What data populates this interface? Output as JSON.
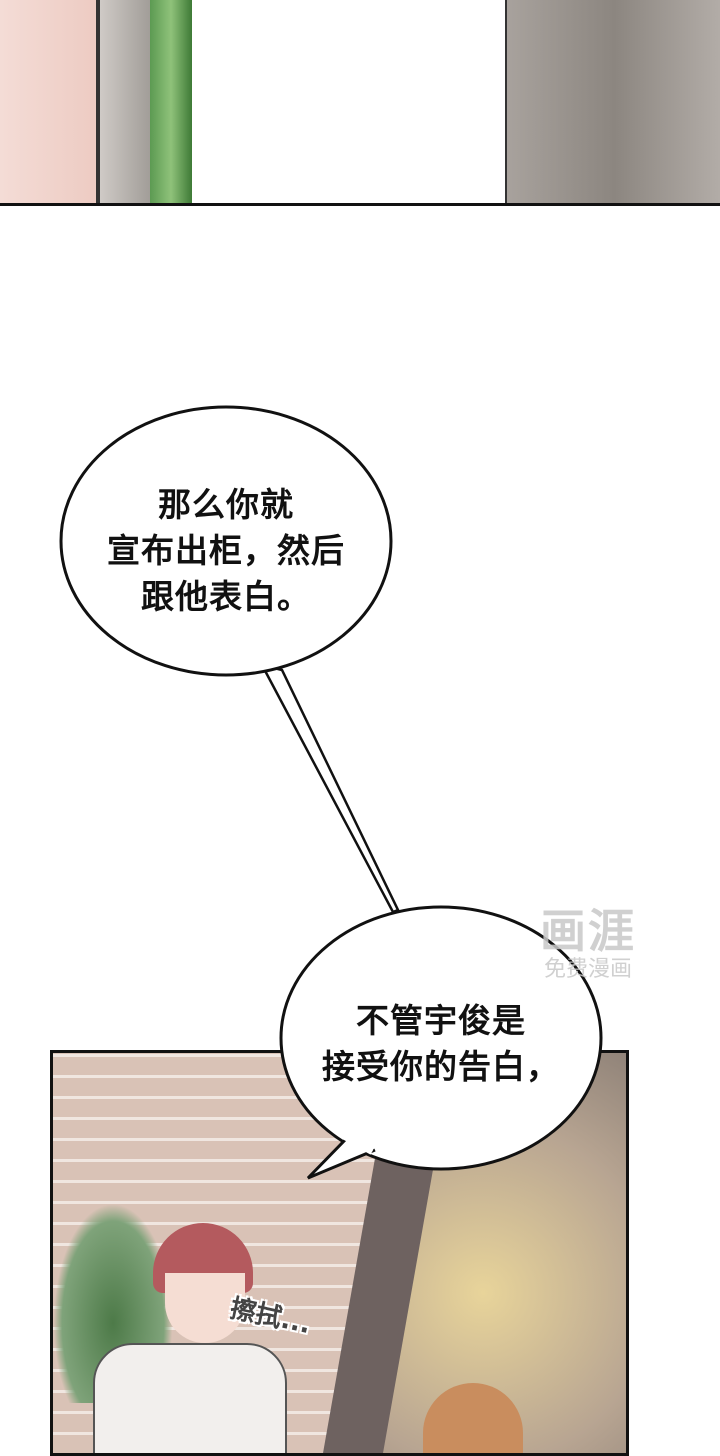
{
  "bubbles": [
    {
      "lines": [
        "那么你就",
        "宣布出柜，然后",
        "跟他表白。"
      ]
    },
    {
      "lines": [
        "不管宇俊是",
        "接受你的告白，"
      ]
    }
  ],
  "sound_effect": "擦拭...",
  "watermark": {
    "logo": "画涯",
    "subtitle": "免费漫画"
  }
}
